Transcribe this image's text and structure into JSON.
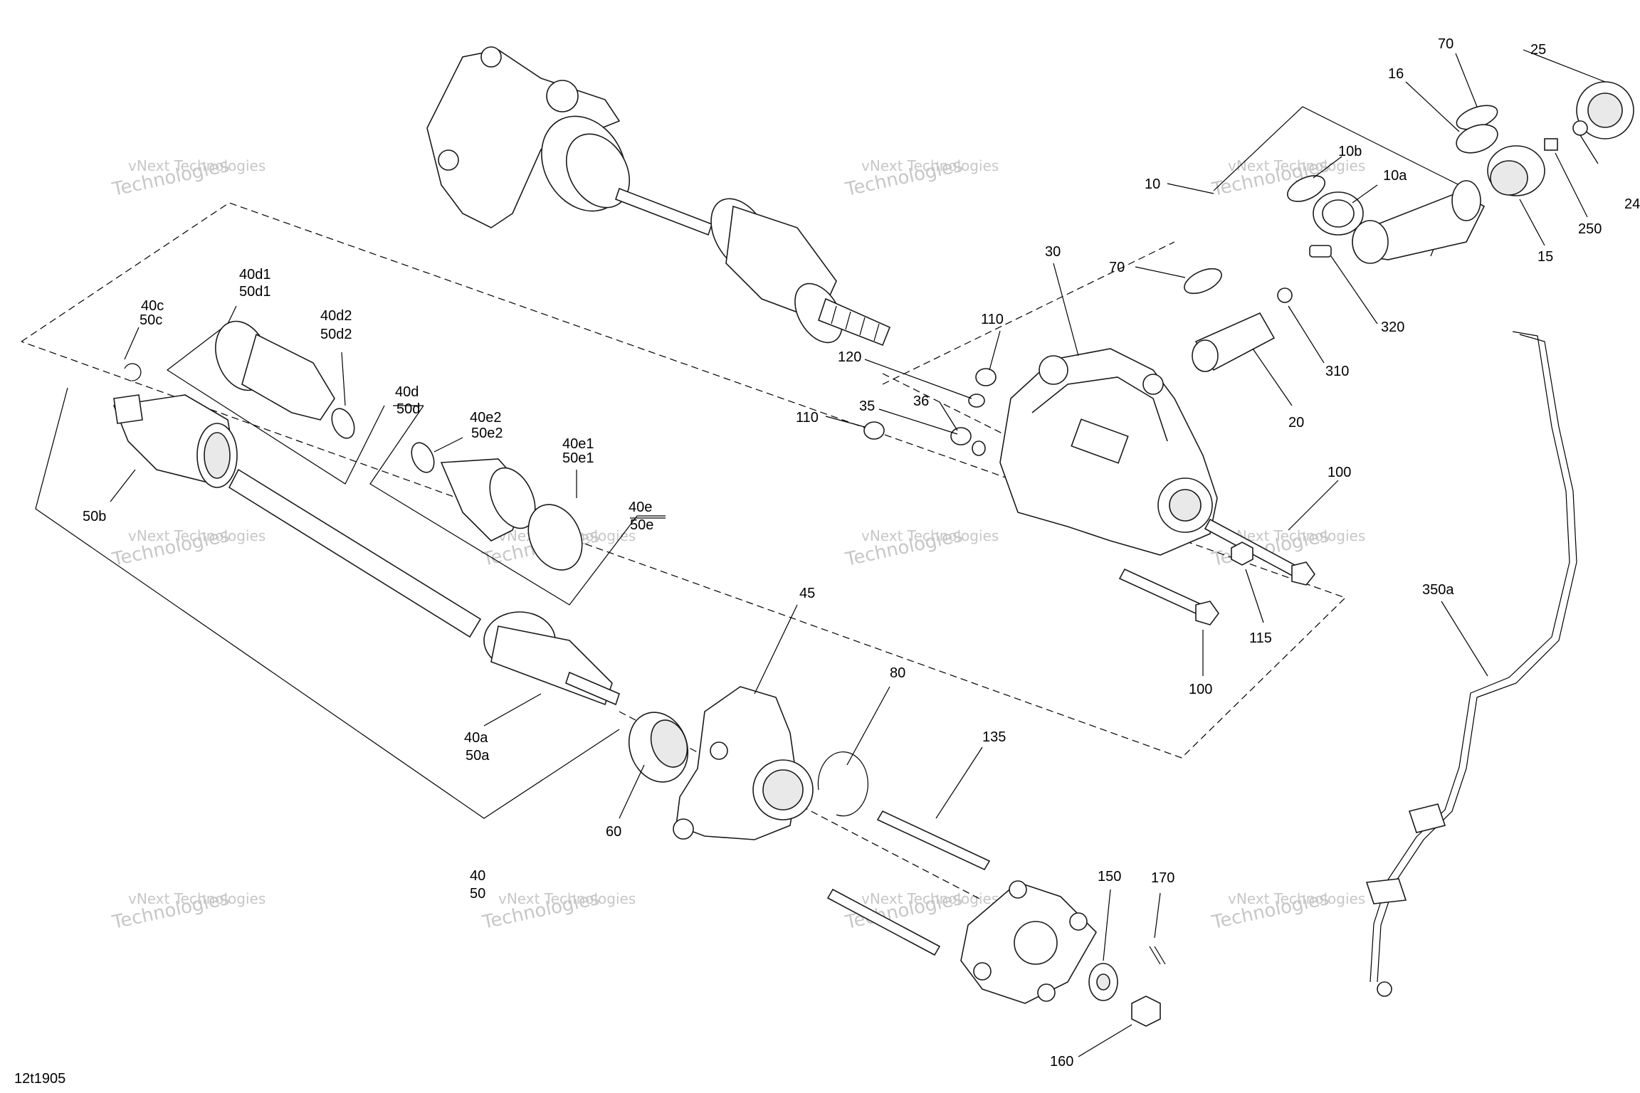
{
  "drawing_number": "12t1905",
  "watermark": {
    "line1": "vNext Technologies",
    "line2": "Technologies"
  },
  "callouts": [
    {
      "id": "c-70-top",
      "text": "70"
    },
    {
      "id": "c-25",
      "text": "25"
    },
    {
      "id": "c-16",
      "text": "16"
    },
    {
      "id": "c-10b",
      "text": "10b"
    },
    {
      "id": "c-10a",
      "text": "10a"
    },
    {
      "id": "c-10",
      "text": "10"
    },
    {
      "id": "c-24",
      "text": "24"
    },
    {
      "id": "c-250",
      "text": "250"
    },
    {
      "id": "c-15",
      "text": "15"
    },
    {
      "id": "c-30",
      "text": "30"
    },
    {
      "id": "c-70",
      "text": "70"
    },
    {
      "id": "c-320",
      "text": "320"
    },
    {
      "id": "c-310",
      "text": "310"
    },
    {
      "id": "c-20",
      "text": "20"
    },
    {
      "id": "c-110-a",
      "text": "110"
    },
    {
      "id": "c-120",
      "text": "120"
    },
    {
      "id": "c-36",
      "text": "36"
    },
    {
      "id": "c-35",
      "text": "35"
    },
    {
      "id": "c-110-b",
      "text": "110"
    },
    {
      "id": "c-100-a",
      "text": "100"
    },
    {
      "id": "c-115",
      "text": "115"
    },
    {
      "id": "c-100-b",
      "text": "100"
    },
    {
      "id": "c-350a",
      "text": "350a"
    },
    {
      "id": "c-40c",
      "text": "40c"
    },
    {
      "id": "c-50c",
      "text": "50c"
    },
    {
      "id": "c-40d1",
      "text": "40d1"
    },
    {
      "id": "c-50d1",
      "text": "50d1"
    },
    {
      "id": "c-40d2",
      "text": "40d2"
    },
    {
      "id": "c-50d2",
      "text": "50d2"
    },
    {
      "id": "c-40d",
      "text": "40d"
    },
    {
      "id": "c-50d",
      "text": "50d"
    },
    {
      "id": "c-40e2",
      "text": "40e2"
    },
    {
      "id": "c-50e2",
      "text": "50e2"
    },
    {
      "id": "c-40e1",
      "text": "40e1"
    },
    {
      "id": "c-50e1",
      "text": "50e1"
    },
    {
      "id": "c-40e",
      "text": "40e"
    },
    {
      "id": "c-50e",
      "text": "50e"
    },
    {
      "id": "c-50b",
      "text": "50b"
    },
    {
      "id": "c-45",
      "text": "45"
    },
    {
      "id": "c-80",
      "text": "80"
    },
    {
      "id": "c-135",
      "text": "135"
    },
    {
      "id": "c-40a",
      "text": "40a"
    },
    {
      "id": "c-50a",
      "text": "50a"
    },
    {
      "id": "c-60",
      "text": "60"
    },
    {
      "id": "c-40",
      "text": "40"
    },
    {
      "id": "c-50",
      "text": "50"
    },
    {
      "id": "c-150",
      "text": "150"
    },
    {
      "id": "c-170",
      "text": "170"
    },
    {
      "id": "c-160",
      "text": "160"
    }
  ]
}
